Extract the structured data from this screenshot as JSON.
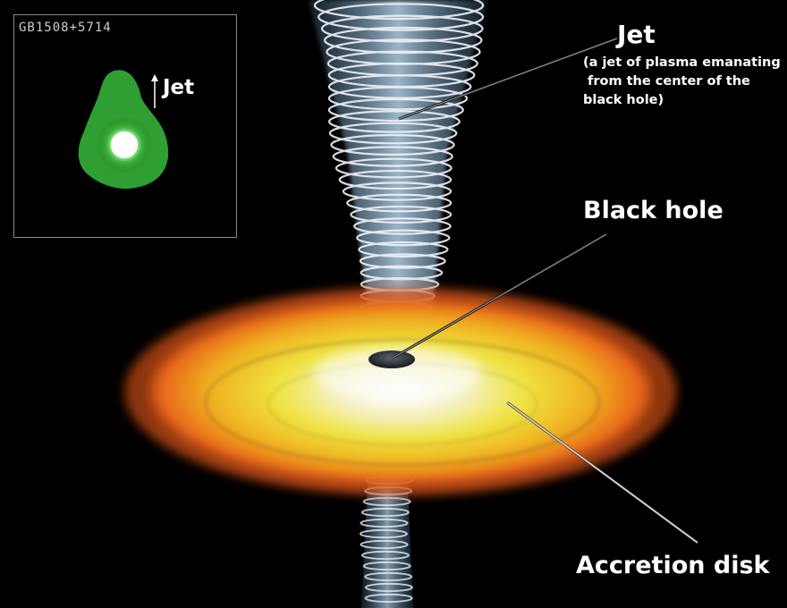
{
  "labels": {
    "jet_title": "Jet",
    "jet_description": "(a jet of plasma emanating\n from the center of the\nblack hole)",
    "black_hole": "Black hole",
    "accretion_disk": "Accretion disk"
  },
  "inset": {
    "object_name": "GB1508+5714",
    "jet_label": "Jet"
  },
  "colors": {
    "background": "#000000",
    "jet_blue": "#a9cbe6",
    "disk_yellow": "#f2e23a",
    "disk_orange": "#e8621a",
    "inset_green": "#2fa62f",
    "label_text": "#ffffff"
  }
}
